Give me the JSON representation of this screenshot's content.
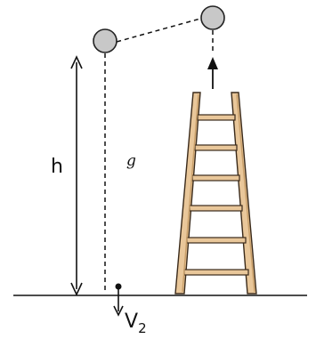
{
  "diagram": {
    "labels": {
      "height": "h",
      "gravity": "g",
      "velocity_symbol": "V",
      "velocity_subscript": "2"
    },
    "colors": {
      "ink": "#111111",
      "ball_fill": "#c8c8c8",
      "ball_stroke": "#222222",
      "ladder_wood": "#e9c79a",
      "ladder_wood_dark": "#c9a06b",
      "ladder_outline": "#3a2a1a"
    }
  }
}
